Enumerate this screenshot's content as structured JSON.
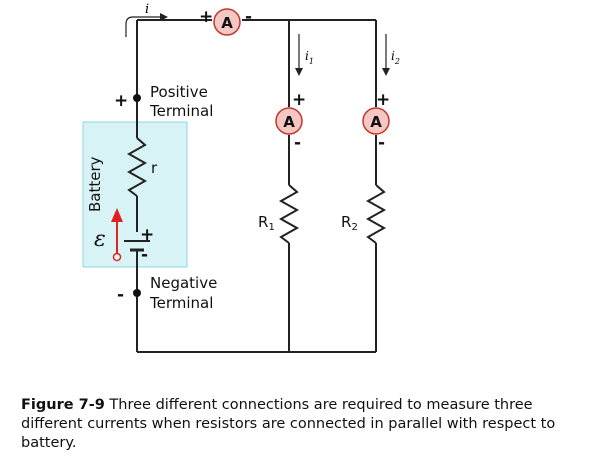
{
  "labels": {
    "current_total": "i",
    "current_1": "i",
    "current_1_sub": "1",
    "current_2": "i",
    "current_2_sub": "2",
    "ammeter": "A",
    "positive_terminal_line1": "Positive",
    "positive_terminal_line2": "Terminal",
    "negative_terminal_line1": "Negative",
    "negative_terminal_line2": "Terminal",
    "battery": "Battery",
    "internal_resistance": "r",
    "emf": "ε",
    "r1": "R",
    "r1_sub": "1",
    "r2": "R",
    "r2_sub": "2",
    "plus": "+",
    "minus": "-"
  },
  "caption": {
    "figure_label": "Figure 7-9",
    "text": " Three different connections are required to measure three different currents when resistors are connected in parallel with respect to battery."
  },
  "colors": {
    "ammeter_fill": "#f4c7c3",
    "ammeter_stroke": "#c0392b",
    "battery_box_fill": "#d8f3f6",
    "battery_box_stroke": "#8fd6df",
    "emf_arrow": "#e02020",
    "wire": "#222222"
  }
}
